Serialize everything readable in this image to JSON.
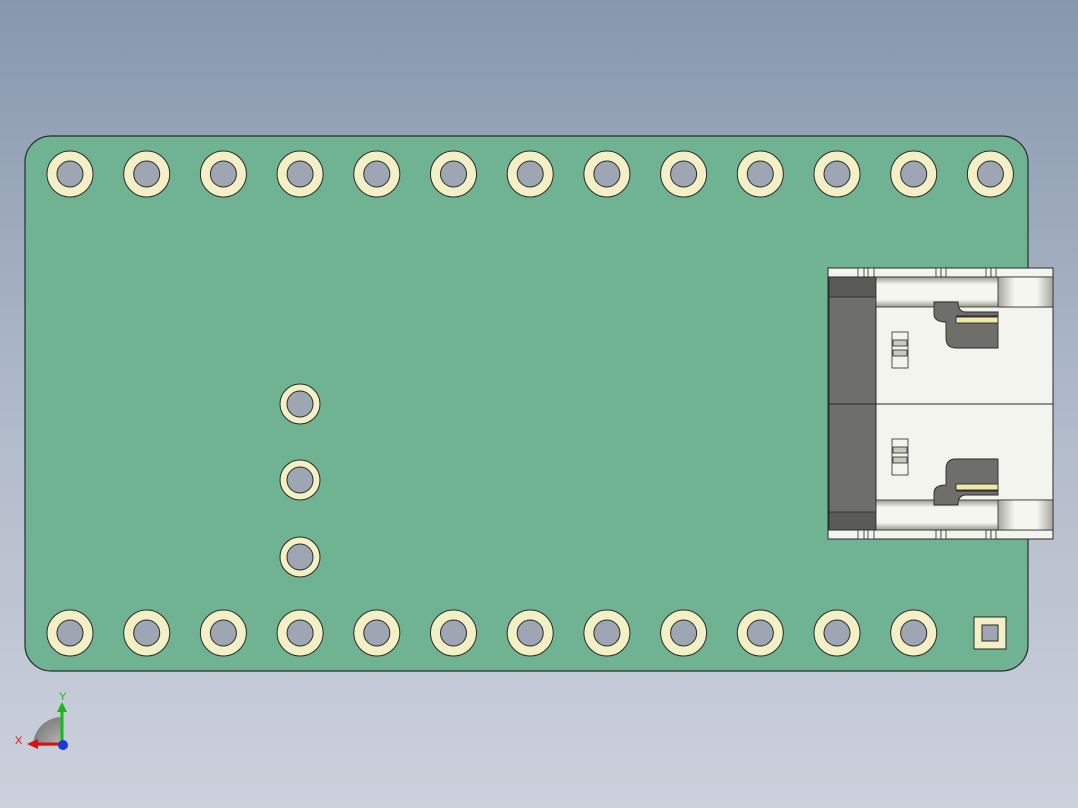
{
  "model": {
    "board": {
      "color": "#6fb393",
      "edge_color": "#2a2a2a"
    },
    "pad": {
      "ring_color": "#f2f0c4",
      "hole_color": "#9ea6b3"
    },
    "pins": {
      "top_row_count": 13,
      "bottom_row_count": 12,
      "middle_column_count": 3,
      "square_pad_count": 1
    },
    "connector": {
      "type": "USB Type-C receptacle",
      "body_color": "#f4f4ef",
      "shell_color": "#6e6e6a",
      "contact_color": "#efe8a8"
    }
  },
  "triad": {
    "x_label": "X",
    "y_label": "Y",
    "x_color": "#e01010",
    "y_color": "#10c010",
    "z_color": "#1a3ad8"
  }
}
